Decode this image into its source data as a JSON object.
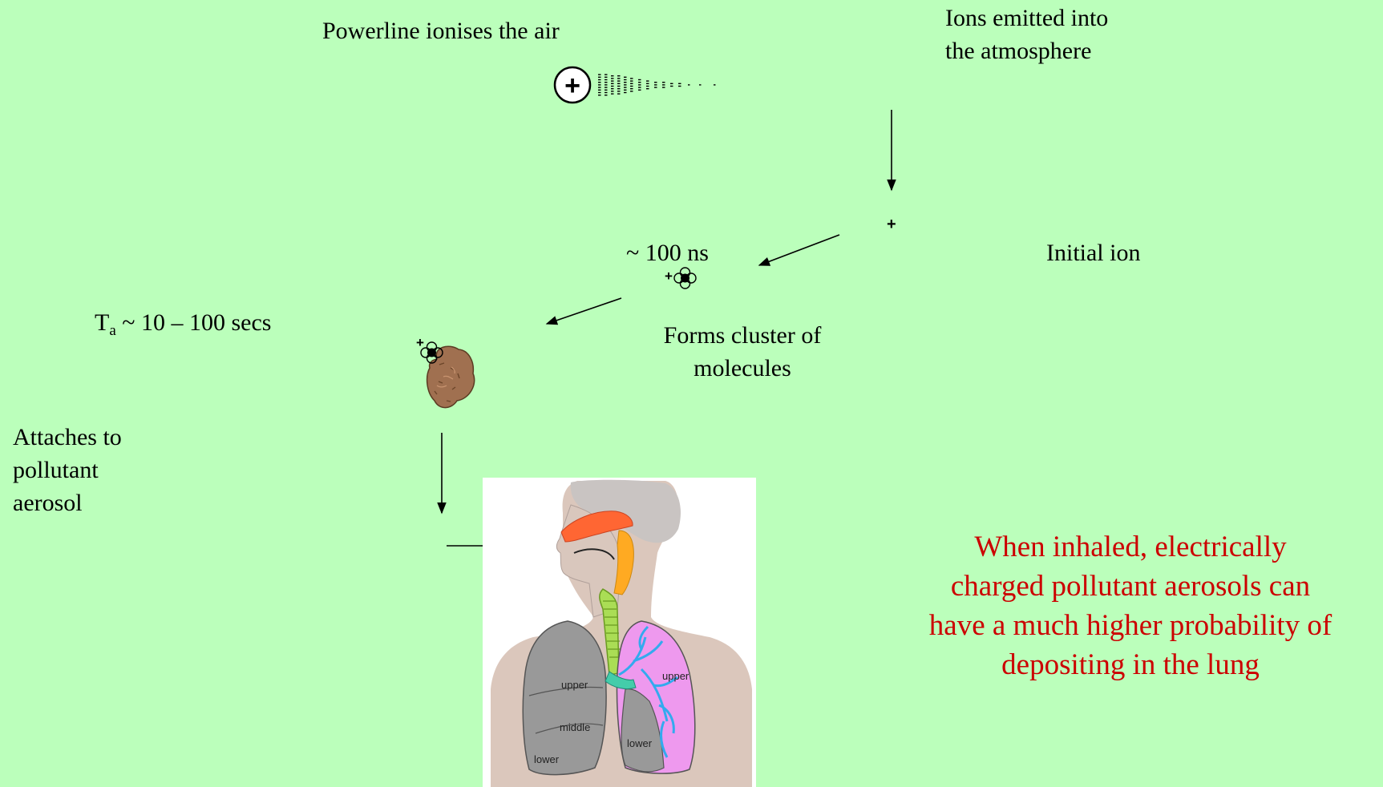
{
  "captions": {
    "powerline": "Powerline ionises the air",
    "ions_emitted_line1": "Ions emitted into",
    "ions_emitted_line2": "the atmosphere",
    "initial_ion": "Initial ion",
    "time_100ns": "~ 100 ns",
    "forms_cluster_line1": "Forms cluster of",
    "forms_cluster_line2": "molecules",
    "ta_prefix": "T",
    "ta_subscript": "a",
    "ta_rest": " ~ 10 – 100 secs",
    "attaches_line1": "Attaches to",
    "attaches_line2": "pollutant",
    "attaches_line3": "aerosol",
    "conclusion_line1": "When inhaled, electrically",
    "conclusion_line2": "charged pollutant aerosols can",
    "conclusion_line3": "have a much higher probability of",
    "conclusion_line4": "depositing in the lung"
  },
  "symbols": {
    "plus": "+"
  },
  "lung_labels": {
    "left_upper": "upper",
    "left_middle": "middle",
    "left_lower": "lower",
    "right_upper": "upper",
    "right_lower": "lower"
  },
  "colors": {
    "background": "#bbffbb",
    "conclusion_text": "#cc0000",
    "nasal_cavity": "#ff6633",
    "pharynx": "#ffaa22",
    "trachea": "#aadd55",
    "right_lung": "#ee99ee",
    "bronchi": "#33aaee",
    "left_lung": "#999999",
    "aerosol": "#a07050"
  }
}
